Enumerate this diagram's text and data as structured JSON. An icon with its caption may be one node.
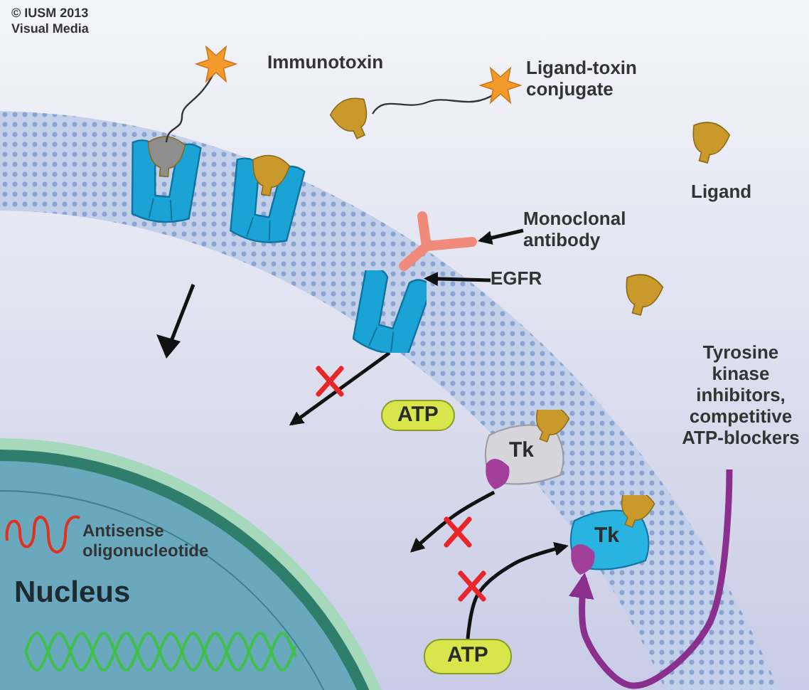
{
  "diagram": {
    "nodes": [
      {
        "text": [
          "Nucleus"
        ]
      },
      {
        "text": [
          "Monoclonal antibody"
        ]
      },
      {
        "text": [],
        "shape": "picture"
      },
      {
        "text": [
          "EGFR"
        ]
      },
      {
        "text": [],
        "shape": "picture"
      },
      {
        "text": [
          "ATP"
        ]
      },
      {
        "text": [
          "Tk"
        ]
      },
      {
        "text": [
          "Tk"
        ]
      },
      {
        "text": [
          "ATP"
        ]
      }
    ],
    "edges": [
      {
        "from": 1,
        "to": 2,
        "arrow": "to"
      },
      {
        "from": 3,
        "to": 4,
        "arrow": "to"
      },
      {
        "from": 4,
        "to": null,
        "arrow": "to"
      },
      {
        "from": 6,
        "to": null,
        "arrow": "to"
      },
      {
        "from": 8,
        "to": 7,
        "arrow": "to"
      },
      {
        "from": null,
        "to": 7,
        "arrow": "to",
        "style": "thick",
        "color": "#8b2f8f"
      }
    ],
    "labels": [
      "© IUSM 2013",
      "Visual Media",
      "Immunotoxin",
      "Ligand-toxin conjugate",
      "Ligand",
      "Tyrosine kinase inhibitors, competitive ATP-blockers",
      "Antisense oligonucleotide"
    ]
  }
}
